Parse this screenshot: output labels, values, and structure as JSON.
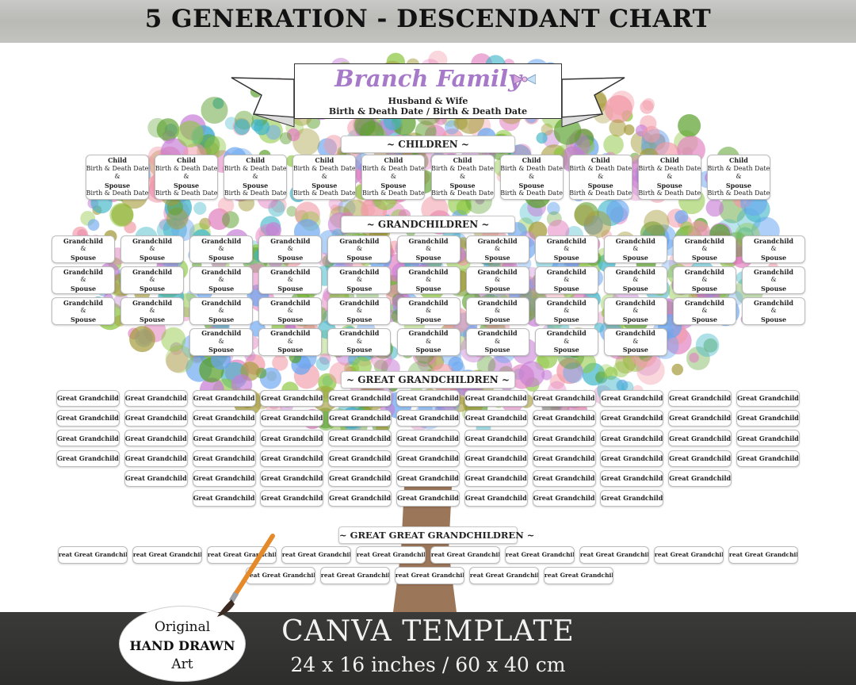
{
  "header": {
    "title": "5 GENERATION - DESCENDANT CHART"
  },
  "banner": {
    "family_name": "Branch Family",
    "couple": "Husband & Wife",
    "dates": "Birth & Death Date / Birth & Death Date"
  },
  "sections": {
    "children": "~ CHILDREN ~",
    "grandchildren": "~ GRANDCHILDREN ~",
    "great_grandchildren": "~ GREAT GRANDCHILDREN ~",
    "great_great_grandchildren": "~ GREAT GREAT GRANDCHILDREN ~"
  },
  "child_card": [
    "Child",
    "Birth & Death Date",
    "&",
    "Spouse",
    "Birth & Death Date"
  ],
  "grandchild_card": [
    "Grandchild",
    "&",
    "Spouse"
  ],
  "great_grandchild_label": "Great Grandchild",
  "great_great_grandchild_label": "Great Great Grandchild",
  "counts": {
    "children": 10,
    "grandchildren_per_column": [
      3,
      3,
      4,
      4,
      4,
      4,
      4,
      4,
      4,
      3,
      3
    ],
    "great_grandchildren_per_column": [
      4,
      5,
      6,
      6,
      6,
      6,
      6,
      6,
      6,
      5,
      4
    ],
    "great_great_grandchildren_rows": [
      10,
      5
    ]
  },
  "footer": {
    "template": "CANVA TEMPLATE",
    "size": "24 x 16 inches / 60 x 40 cm",
    "badge": [
      "Original",
      "HAND DRAWN",
      "Art"
    ]
  },
  "colors": {
    "family_name": "#a77ac9",
    "leaf_palette": [
      "#8cc63f",
      "#5aa02c",
      "#c77dd6",
      "#e27fbf",
      "#6aa6f0",
      "#3fb6c9",
      "#f19aa7",
      "#a59b3a"
    ],
    "trunk": "#8b5e3c"
  }
}
